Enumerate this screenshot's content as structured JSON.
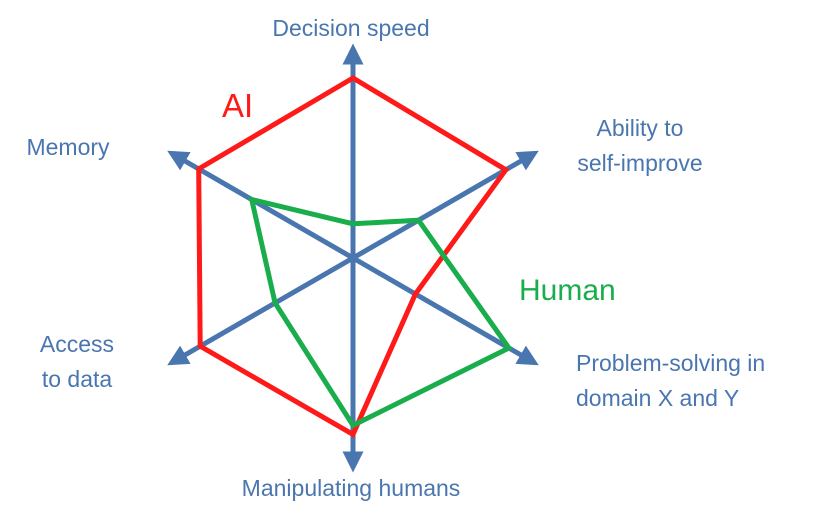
{
  "colors": {
    "axis": "#4a76b0",
    "ai": "#ff1a1a",
    "human": "#19ad4b",
    "label": "#4a76b0"
  },
  "chart_data": {
    "type": "radar",
    "title": "",
    "axes": [
      "Decision speed",
      "Ability to self-improve",
      "Problem-solving in domain X and Y",
      "Manipulating humans",
      "Access to data",
      "Memory"
    ],
    "axis_label_lines": [
      [
        "Decision speed"
      ],
      [
        "Ability to",
        "self-improve"
      ],
      [
        "Problem-solving in",
        "domain X and Y"
      ],
      [
        "Manipulating humans"
      ],
      [
        "Access",
        "to data"
      ],
      [
        "Memory"
      ]
    ],
    "range": [
      0,
      1
    ],
    "grid": false,
    "series": [
      {
        "name": "AI",
        "color": "#ff1a1a",
        "values": [
          1.0,
          0.98,
          0.4,
          0.98,
          0.98,
          0.99
        ]
      },
      {
        "name": "Human",
        "color": "#19ad4b",
        "values": [
          0.19,
          0.42,
          1.0,
          0.93,
          0.5,
          0.65
        ]
      }
    ]
  }
}
